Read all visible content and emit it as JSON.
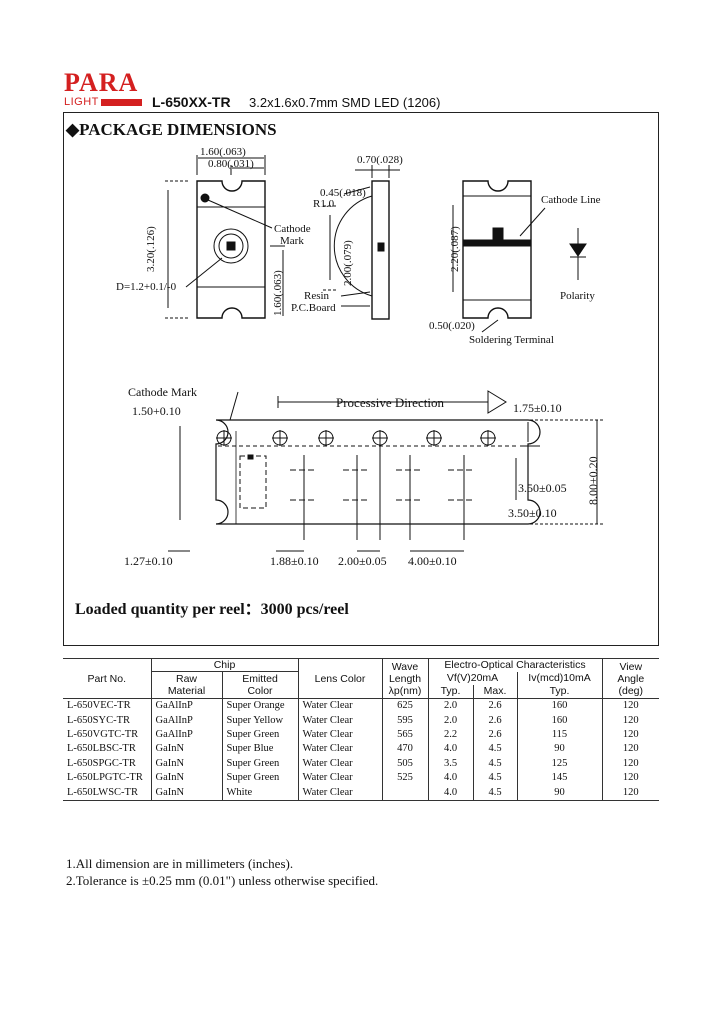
{
  "header": {
    "logo_main": "PARA",
    "logo_sub": "LIGHT",
    "model": "L-650XX-TR",
    "description": "3.2x1.6x0.7mm SMD LED (1206)"
  },
  "section_title": "◆PACKAGE DIMENSIONS",
  "drawing_labels": {
    "top_160": "1.60(.063)",
    "top_080": "0.80(.031)",
    "left_320": "3.20(.126)",
    "cathode_mark_a": "Cathode",
    "cathode_mark_b": "Mark",
    "right_160": "1.60(.063)",
    "d_label": "D=1.2+0.1/-0",
    "side_070": "0.70(.028)",
    "side_r": "R1.0",
    "side_045": "0.45(.018)",
    "side_200": "2.00(.079)",
    "side_resin": "Resin",
    "side_pcb": "P.C.Board",
    "bottom_220": "2.20(.087)",
    "bottom_cathode_line": "Cathode Line",
    "bottom_polarity": "Polarity",
    "bottom_050": "0.50(.020)",
    "bottom_soldering": "Soldering Terminal",
    "tape_cathode_mark": "Cathode Mark",
    "tape_150": "1.50+0.10",
    "tape_direction": "Processive Direction",
    "tape_175": "1.75±0.10",
    "tape_800": "8.00±0.20",
    "tape_350a": "3.50±0.05",
    "tape_350b": "3.50±0.10",
    "tape_127": "1.27±0.10",
    "tape_188": "1.88±0.10",
    "tape_200": "2.00±0.05",
    "tape_400": "4.00±0.10"
  },
  "reel_quantity": "Loaded quantity per reel：3000 pcs/reel",
  "table": {
    "h_part": "Part No.",
    "h_chip": "Chip",
    "h_raw1": "Raw",
    "h_raw2": "Material",
    "h_emit1": "Emitted",
    "h_emit2": "Color",
    "h_lens": "Lens Color",
    "h_wave1": "Wave",
    "h_wave2": "Length",
    "h_wave3": "λp(nm)",
    "h_eo": "Electro-Optical Characteristics",
    "h_vf": "Vf(V)20mA",
    "h_iv": "Iv(mcd)10mA",
    "h_typ": "Typ.",
    "h_max": "Max.",
    "h_typ2": "Typ.",
    "h_view1": "View",
    "h_view2": "Angle",
    "h_view3": "(deg)",
    "rows": [
      [
        "L-650VEC-TR",
        "GaAlInP",
        "Super Orange",
        "Water Clear",
        "625",
        "2.0",
        "2.6",
        "160",
        "120"
      ],
      [
        "L-650SYC-TR",
        "GaAlInP",
        "Super Yellow",
        "Water Clear",
        "595",
        "2.0",
        "2.6",
        "160",
        "120"
      ],
      [
        "L-650VGTC-TR",
        "GaAlInP",
        "Super Green",
        "Water Clear",
        "565",
        "2.2",
        "2.6",
        "115",
        "120"
      ],
      [
        "L-650LBSC-TR",
        "GaInN",
        "Super Blue",
        "Water Clear",
        "470",
        "4.0",
        "4.5",
        "90",
        "120"
      ],
      [
        "L-650SPGC-TR",
        "GaInN",
        "Super Green",
        "Water Clear",
        "505",
        "3.5",
        "4.5",
        "125",
        "120"
      ],
      [
        "L-650LPGTC-TR",
        "GaInN",
        "Super Green",
        "Water Clear",
        "525",
        "4.0",
        "4.5",
        "145",
        "120"
      ],
      [
        "L-650LWSC-TR",
        "GaInN",
        "White",
        "Water Clear",
        "",
        "4.0",
        "4.5",
        "90",
        "120"
      ]
    ]
  },
  "notes": {
    "n1": "1.All dimension are in millimeters (inches).",
    "n2": "2.Tolerance is ±0.25 mm (0.01\") unless otherwise specified."
  },
  "colors": {
    "brand_red": "#d42020",
    "ink": "#111111"
  }
}
